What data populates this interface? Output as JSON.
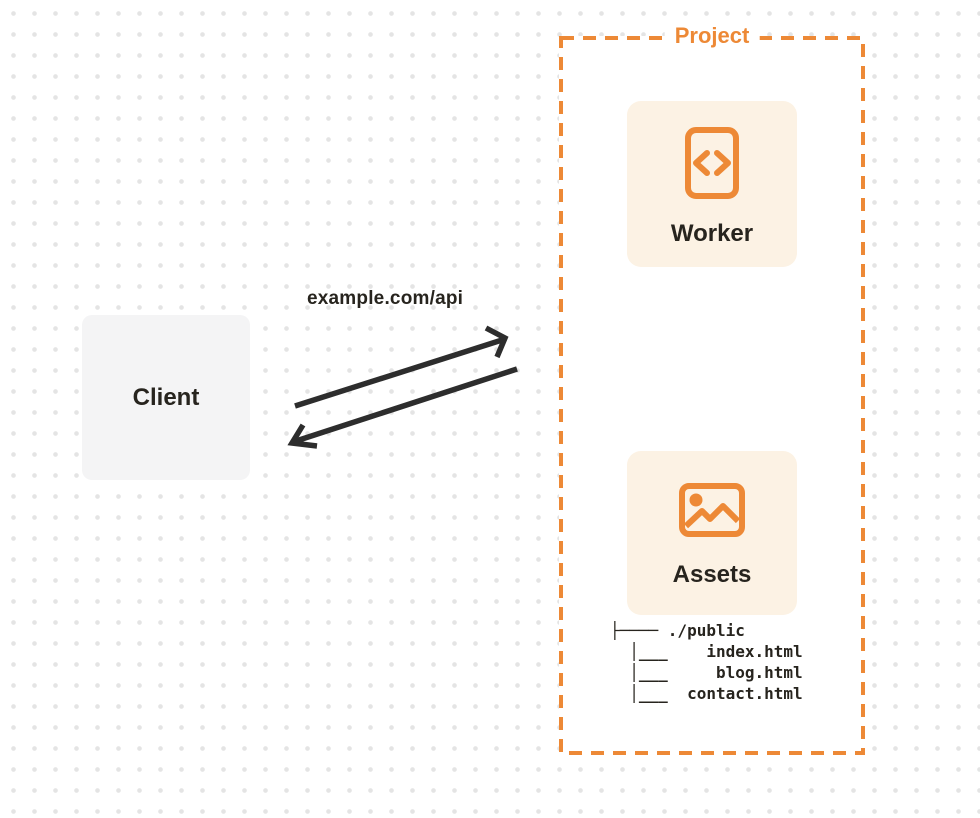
{
  "theme": {
    "accent": "#ED8936",
    "card_cream": "#FCF2E4",
    "client_gray": "#F4F4F5",
    "text_dark": "#27241E",
    "arrow_color": "#2D2D2D",
    "dot_color": "#E4E4E4",
    "surface": "#FFFFFF"
  },
  "client": {
    "label": "Client"
  },
  "request": {
    "url_label": "example.com/api"
  },
  "project": {
    "label": "Project",
    "worker": {
      "label": "Worker",
      "icon": "code-document-icon"
    },
    "assets": {
      "label": "Assets",
      "icon": "image-icon",
      "file_tree": [
        "├──── ./public",
        "  │___    index.html",
        "  │___     blog.html",
        "  │___  contact.html"
      ]
    }
  }
}
